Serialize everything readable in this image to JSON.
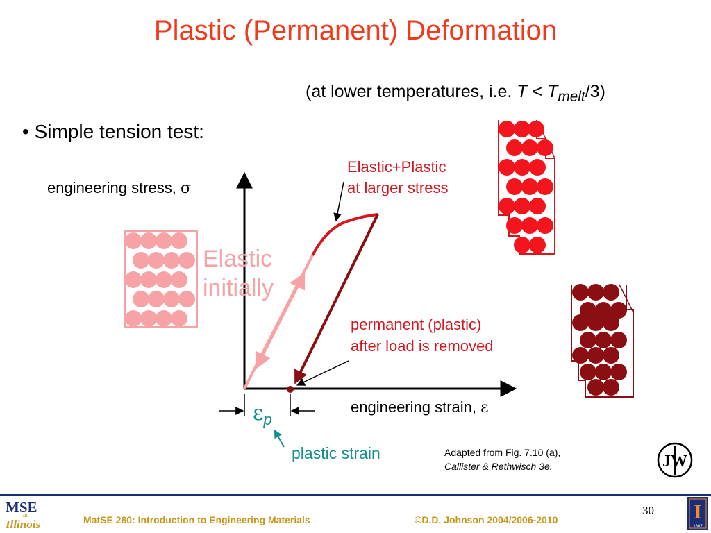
{
  "title": "Plastic (Permanent) Deformation",
  "subtitle": {
    "prefix": "(at lower temperatures, i.e. ",
    "t": "T",
    "lt": " < ",
    "tmelt": "T",
    "melt_sub": "melt",
    "suffix": "/3)"
  },
  "bullet": "• Simple tension test:",
  "axes": {
    "ylabel_text": "engineering stress, ",
    "ylabel_symbol": "σ",
    "xlabel_text": "engineering strain, ",
    "xlabel_symbol": "ε"
  },
  "annotations": {
    "elastic_plastic_line1": "Elastic+Plastic",
    "elastic_plastic_line2": "at larger stress",
    "elastic_line1": "Elastic",
    "elastic_line2": "initially",
    "permanent_line1": "permanent (plastic)",
    "permanent_line2": "after load is removed",
    "eps_symbol": "ε",
    "eps_sub": "p",
    "plastic_strain": "plastic strain"
  },
  "credit": {
    "line1": "Adapted from Fig. 7.10 (a),",
    "line2": "Callister & Rethwisch 3e."
  },
  "footer": {
    "page_number": "30",
    "course": "MatSE 280: Introduction to Engineering Materials",
    "copyright": "©D.D. Johnson 2004/2006-2010",
    "logo_top": "MSE",
    "logo_at": "at",
    "logo_bottom": "Illinois",
    "year": "1867"
  },
  "colors": {
    "title": "#f03a1c",
    "elastic": "#f7a3a6",
    "plastic": "#d8141d",
    "unloading": "#8b0e12",
    "teal": "#158f8a",
    "footer_gold": "#c8961c",
    "footer_line": "#1a2e78"
  }
}
